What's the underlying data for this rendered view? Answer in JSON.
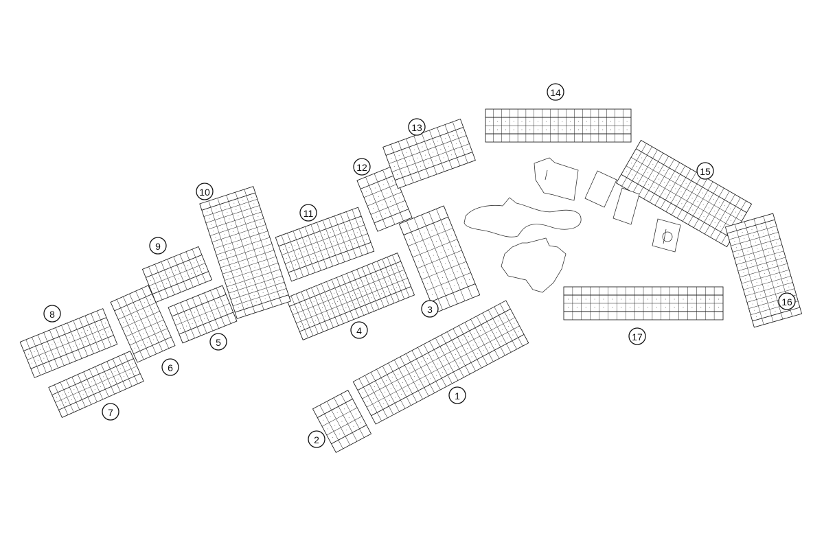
{
  "map": {
    "background": "#ffffff",
    "line_color": "#222222",
    "blocks": [
      {
        "id": "b1",
        "marker": "1"
      },
      {
        "id": "b2",
        "marker": "2"
      },
      {
        "id": "b3",
        "marker": "3"
      },
      {
        "id": "b4",
        "marker": "4"
      },
      {
        "id": "b5",
        "marker": "5"
      },
      {
        "id": "b6",
        "marker": "6"
      },
      {
        "id": "b7",
        "marker": "7"
      },
      {
        "id": "b8",
        "marker": "8"
      },
      {
        "id": "b9",
        "marker": "9"
      },
      {
        "id": "b10",
        "marker": "10"
      },
      {
        "id": "b11",
        "marker": "11"
      },
      {
        "id": "b12",
        "marker": "12"
      },
      {
        "id": "b13",
        "marker": "13"
      },
      {
        "id": "b14",
        "marker": "14"
      },
      {
        "id": "b15",
        "marker": "15"
      },
      {
        "id": "b16",
        "marker": "16"
      },
      {
        "id": "b17",
        "marker": "17"
      }
    ],
    "amenities": [
      {
        "id": "building-a",
        "label": ""
      },
      {
        "id": "pool",
        "label": ""
      },
      {
        "id": "building-b",
        "label": ""
      },
      {
        "id": "court-1",
        "label": ""
      },
      {
        "id": "court-2",
        "label": ""
      },
      {
        "id": "court-3",
        "label": ""
      }
    ]
  }
}
